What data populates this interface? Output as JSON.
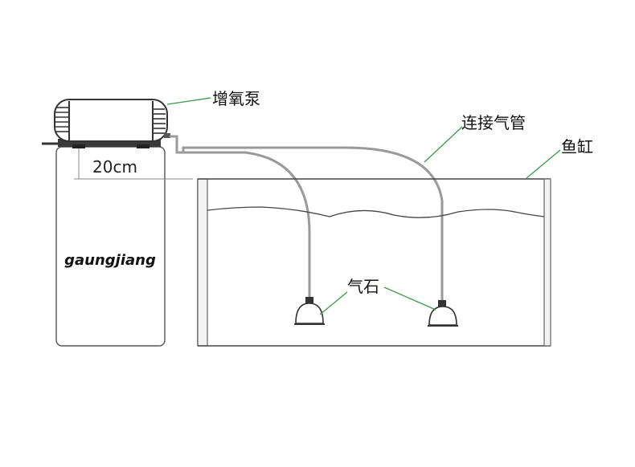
{
  "labels": {
    "pump": "增氧泵",
    "air_tube": "连接气管",
    "fish_tank": "鱼缸",
    "air_stone": "气石"
  },
  "dimension": "20cm",
  "cabinet_brand": "gaungjiang",
  "colors": {
    "leader_line": "#3c9a4a",
    "tube": "#9a9a9a",
    "outline": "#555555"
  }
}
